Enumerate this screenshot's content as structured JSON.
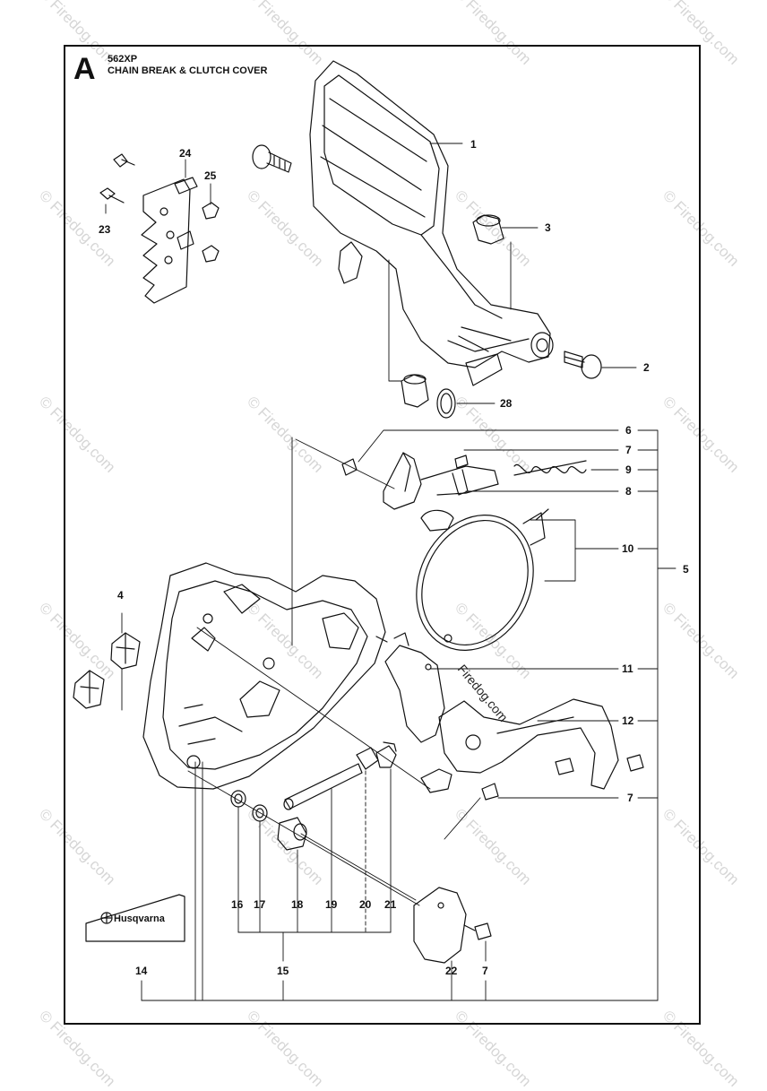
{
  "header": {
    "section_letter": "A",
    "model": "562XP",
    "title": "CHAIN BREAK & CLUTCH COVER"
  },
  "watermark": {
    "text": "© Firedog.com",
    "center_text": "Firedog.com"
  },
  "brand": {
    "logo_text": "Husqvarna",
    "logo_color": "#111111"
  },
  "callouts": [
    "1",
    "2",
    "3",
    "4",
    "5",
    "6",
    "7",
    "8",
    "9",
    "10",
    "11",
    "12",
    "14",
    "15",
    "16",
    "17",
    "18",
    "19",
    "20",
    "21",
    "22",
    "23",
    "24",
    "25",
    "28"
  ],
  "colors": {
    "line": "#111111",
    "background": "#ffffff",
    "watermark": "#d6d6d6"
  }
}
